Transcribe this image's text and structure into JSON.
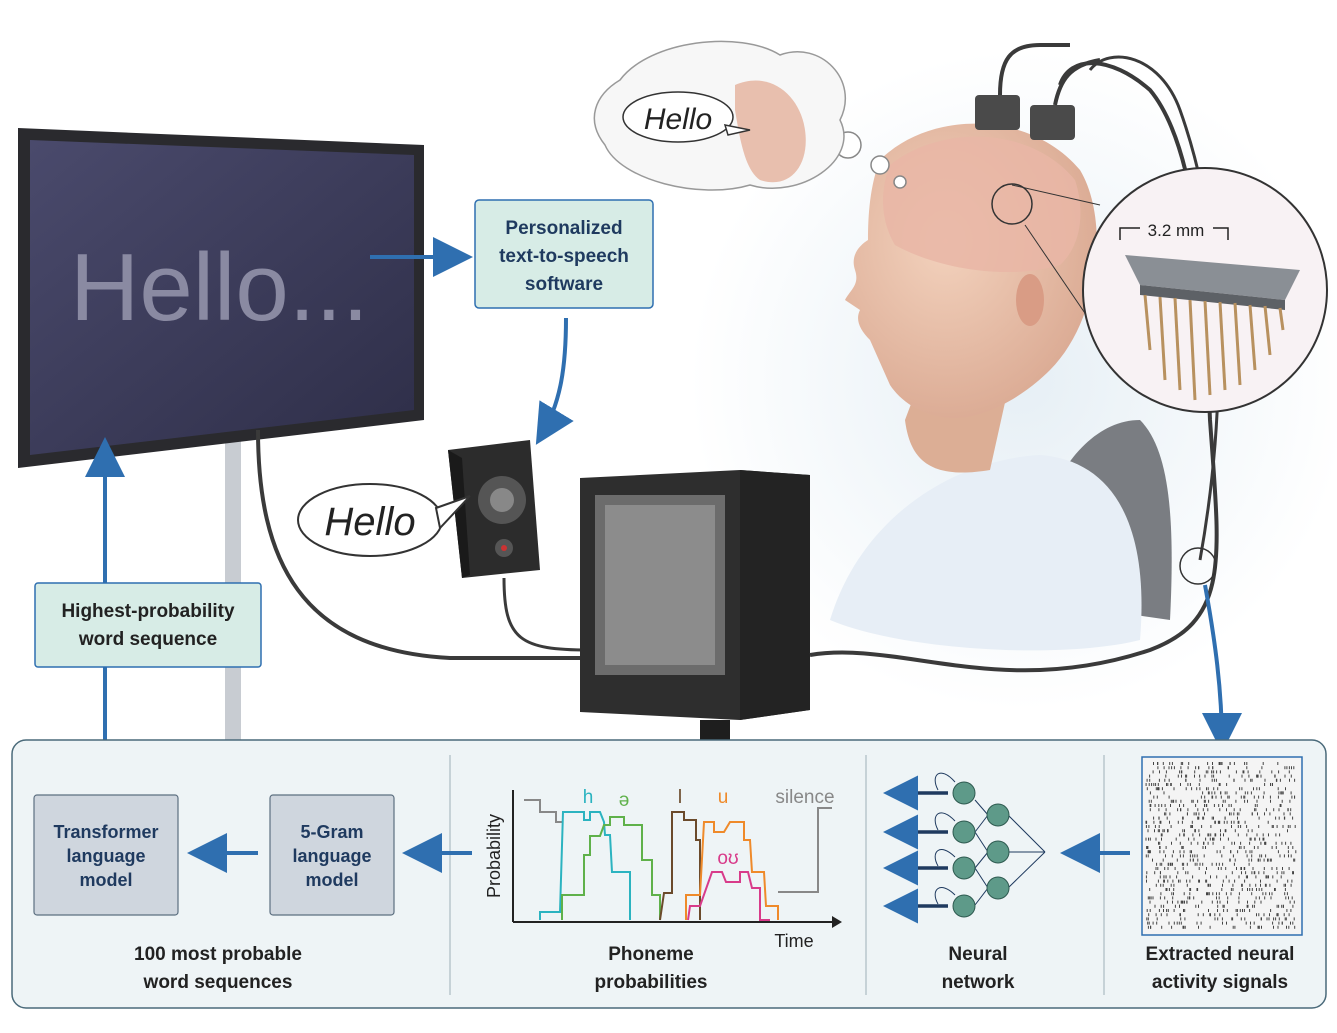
{
  "monitor": {
    "text": "Hello..."
  },
  "tts_box": {
    "line1": "Personalized",
    "line2": "text-to-speech",
    "line3": "software"
  },
  "thought_bubble": {
    "text": "Hello"
  },
  "speaker_bubble": {
    "text": "Hello"
  },
  "implant": {
    "size_label": "3.2 mm"
  },
  "highest_box": {
    "line1": "Highest-probability",
    "line2": "word sequence"
  },
  "pipeline": {
    "transformer": {
      "line1": "Transformer",
      "line2": "language",
      "line3": "model"
    },
    "ngram": {
      "line1": "5-Gram",
      "line2": "language",
      "line3": "model"
    },
    "sequences_caption": {
      "line1": "100 most probable",
      "line2": "word sequences"
    },
    "phoneme_caption": {
      "line1": "Phoneme",
      "line2": "probabilities"
    },
    "network_caption": {
      "line1": "Neural",
      "line2": "network"
    },
    "signals_caption": {
      "line1": "Extracted neural",
      "line2": "activity signals"
    }
  },
  "chart_data": {
    "type": "line",
    "xlabel": "Time",
    "ylabel": "Probability",
    "series": [
      {
        "name": "h",
        "color": "#2bb3c0"
      },
      {
        "name": "ə",
        "color": "#5fb14a"
      },
      {
        "name": "l",
        "color": "#6b4a2b"
      },
      {
        "name": "u",
        "color": "#ef8a2a"
      },
      {
        "name": "oʊ",
        "color": "#d83b8a"
      },
      {
        "name": "silence",
        "color": "#888888"
      }
    ]
  },
  "colors": {
    "accent_blue": "#2f6fb0",
    "box_fill": "#d7ece6",
    "panel_fill": "#eef4f6",
    "node_fill": "#5e9a89"
  }
}
